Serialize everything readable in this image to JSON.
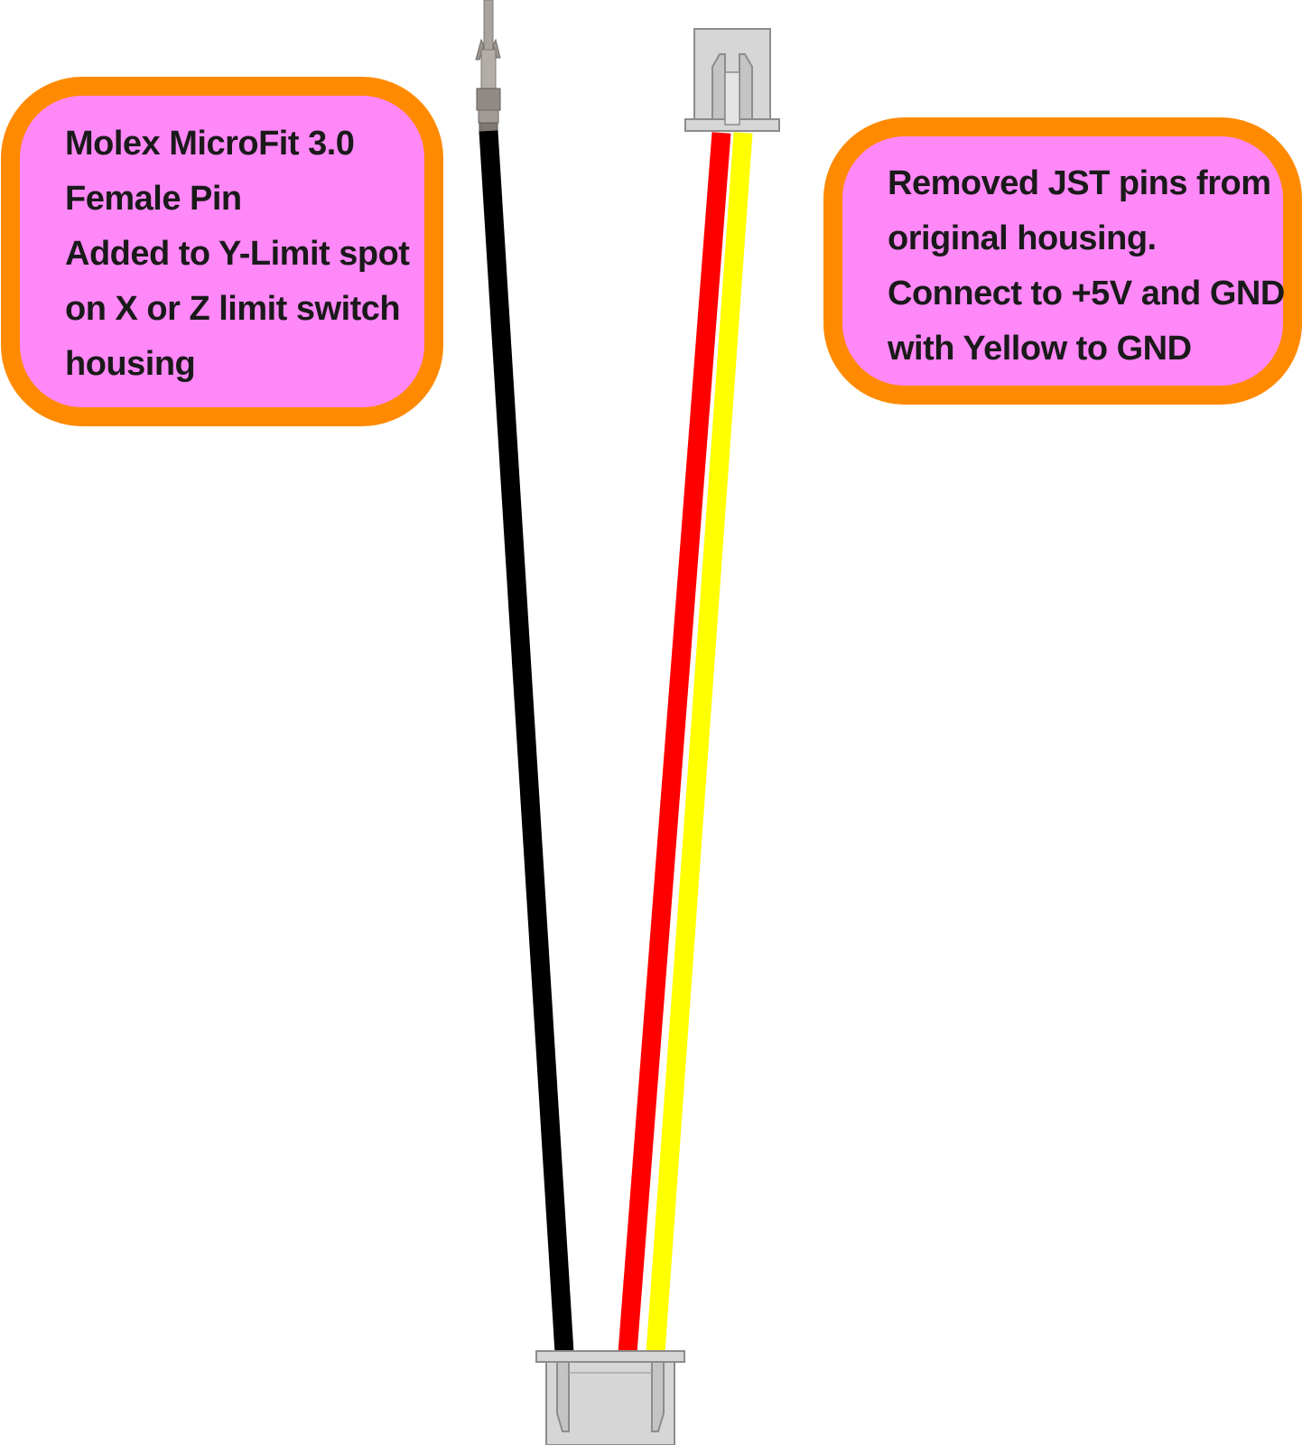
{
  "colors": {
    "callout_fill": "#ff88f8",
    "callout_border": "#ff8a00",
    "wire_black": "#000000",
    "wire_red": "#ff0000",
    "wire_yellow": "#ffff00",
    "housing_gray": "#d6d6d6",
    "housing_outline": "#8c8c8c",
    "pin_metal": "#9a9590"
  },
  "callouts": {
    "left": {
      "lines": [
        "Molex MicroFit 3.0",
        "Female Pin",
        "Added to Y-Limit spot",
        "on X or Z limit switch",
        "housing"
      ]
    },
    "right": {
      "lines": [
        "Removed JST pins from",
        "original housing.",
        "Connect to +5V and GND",
        "with Yellow to GND"
      ]
    }
  },
  "components": {
    "top_left": "molex-microfit-female-pin",
    "top_right": "jst-housing-2pin",
    "bottom": "jst-housing-3pin"
  },
  "wires": [
    "black",
    "red",
    "yellow"
  ]
}
